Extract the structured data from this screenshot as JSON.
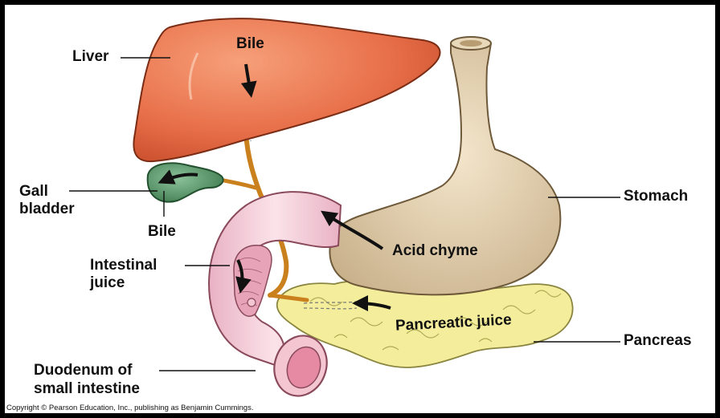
{
  "labels": {
    "liver": "Liver",
    "bile_top": "Bile",
    "gall_bladder_line1": "Gall",
    "gall_bladder_line2": "bladder",
    "bile_bottom": "Bile",
    "intestinal_juice_line1": "Intestinal",
    "intestinal_juice_line2": "juice",
    "duodenum_line1": "Duodenum of",
    "duodenum_line2": "small intestine",
    "stomach": "Stomach",
    "acid_chyme": "Acid chyme",
    "pancreatic_juice": "Pancreatic juice",
    "pancreas": "Pancreas"
  },
  "copyright": "Copyright © Pearson Education, Inc., publishing as Benjamin Cummings.",
  "colors": {
    "liver": "#e8704a",
    "gall_bladder": "#5a9a6a",
    "stomach": "#e6d3b3",
    "duodenum": "#f5d2dc",
    "pancreas": "#f4ee9c",
    "duct": "#c9801d"
  }
}
